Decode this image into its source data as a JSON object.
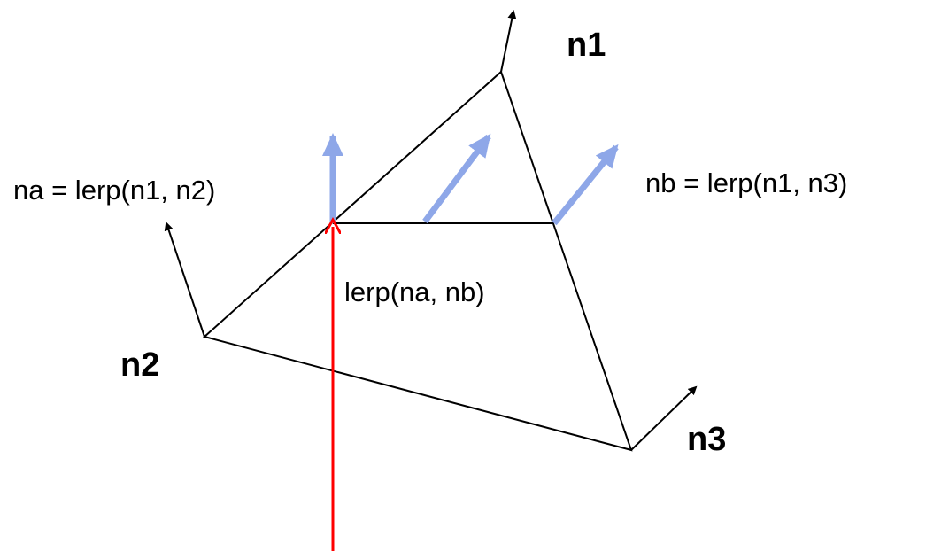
{
  "labels": {
    "n1": "n1",
    "n2": "n2",
    "n3": "n3",
    "na": "na = lerp(n1, n2)",
    "nb": "nb = lerp(n1, n3)",
    "lerp_ab": "lerp(na, nb)"
  },
  "colors": {
    "edge": "#000000",
    "interpolated_normal": "#8ea7e8",
    "ray": "#ff0000"
  }
}
